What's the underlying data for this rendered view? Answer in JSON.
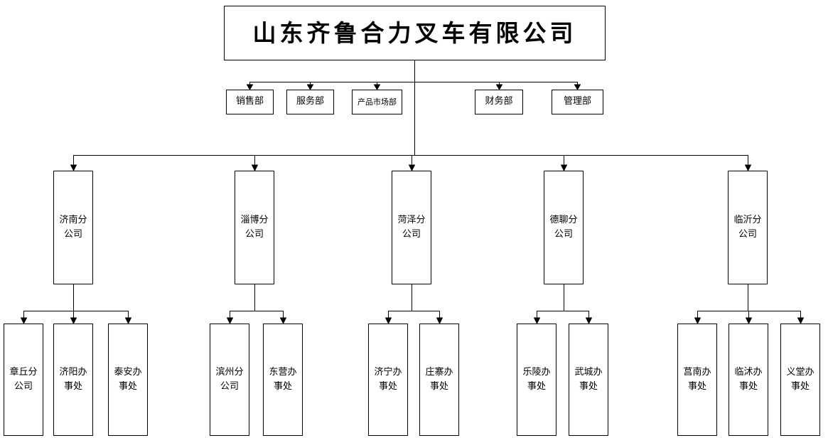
{
  "title": "山东齐鲁合力叉车有限公司",
  "departments": [
    {
      "label": "销售部"
    },
    {
      "label": "服务部"
    },
    {
      "label": "产品市场部"
    },
    {
      "label": "财务部"
    },
    {
      "label": "管理部"
    }
  ],
  "branches": [
    {
      "label": "济南分\n公司",
      "offices": [
        {
          "label": "章丘分\n公司"
        },
        {
          "label": "济阳办\n事处"
        },
        {
          "label": "泰安办\n事处"
        }
      ]
    },
    {
      "label": "淄博分\n公司",
      "offices": [
        {
          "label": "滨州分\n公司"
        },
        {
          "label": "东营办\n事处"
        }
      ]
    },
    {
      "label": "菏泽分\n公司",
      "offices": [
        {
          "label": "济宁办\n事处"
        },
        {
          "label": "庄寨办\n事处"
        }
      ]
    },
    {
      "label": "德聊分\n公司",
      "offices": [
        {
          "label": "乐陵办\n事处"
        },
        {
          "label": "武城办\n事处"
        }
      ]
    },
    {
      "label": "临沂分\n公司",
      "offices": [
        {
          "label": "莒南办\n事处"
        },
        {
          "label": "临沭办\n事处"
        },
        {
          "label": "义堂办\n事处"
        }
      ]
    }
  ],
  "colors": {
    "line": "#000000",
    "box_border": "#000000",
    "background": "#ffffff",
    "text": "#000000"
  }
}
